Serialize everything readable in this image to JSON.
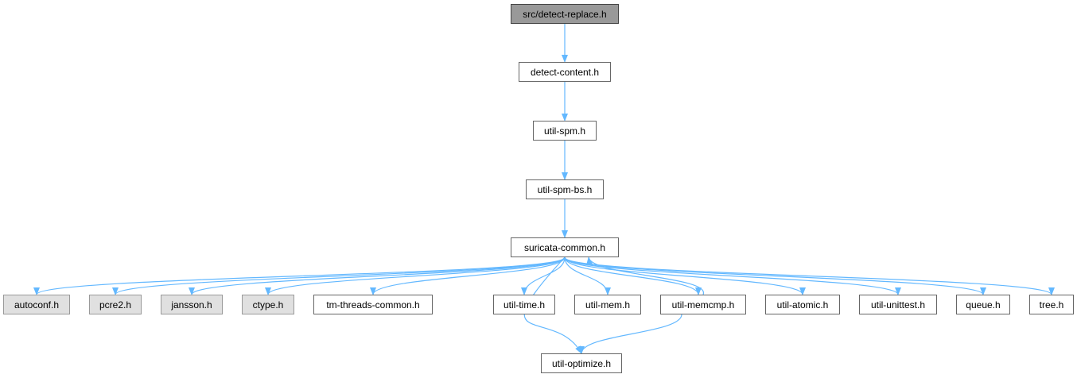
{
  "diagram": {
    "edge_color": "#63b8ff",
    "nodes": {
      "root": {
        "label": "src/detect-replace.h",
        "style": "root"
      },
      "detect_content": {
        "label": "detect-content.h",
        "style": "link"
      },
      "util_spm": {
        "label": "util-spm.h",
        "style": "link"
      },
      "util_spm_bs": {
        "label": "util-spm-bs.h",
        "style": "link"
      },
      "suricata_common": {
        "label": "suricata-common.h",
        "style": "link"
      },
      "autoconf": {
        "label": "autoconf.h",
        "style": "external"
      },
      "pcre2": {
        "label": "pcre2.h",
        "style": "external"
      },
      "jansson": {
        "label": "jansson.h",
        "style": "external"
      },
      "ctype": {
        "label": "ctype.h",
        "style": "external"
      },
      "tm_threads_common": {
        "label": "tm-threads-common.h",
        "style": "link"
      },
      "util_time": {
        "label": "util-time.h",
        "style": "link"
      },
      "util_mem": {
        "label": "util-mem.h",
        "style": "link"
      },
      "util_memcmp": {
        "label": "util-memcmp.h",
        "style": "link"
      },
      "util_atomic": {
        "label": "util-atomic.h",
        "style": "link"
      },
      "util_unittest": {
        "label": "util-unittest.h",
        "style": "link"
      },
      "queue": {
        "label": "queue.h",
        "style": "link"
      },
      "tree": {
        "label": "tree.h",
        "style": "link"
      },
      "util_optimize": {
        "label": "util-optimize.h",
        "style": "link"
      }
    },
    "edges": [
      [
        "root",
        "detect_content"
      ],
      [
        "detect_content",
        "util_spm"
      ],
      [
        "util_spm",
        "util_spm_bs"
      ],
      [
        "util_spm_bs",
        "suricata_common"
      ],
      [
        "suricata_common",
        "autoconf"
      ],
      [
        "suricata_common",
        "pcre2"
      ],
      [
        "suricata_common",
        "jansson"
      ],
      [
        "suricata_common",
        "ctype"
      ],
      [
        "suricata_common",
        "tm_threads_common"
      ],
      [
        "suricata_common",
        "util_optimize"
      ],
      [
        "suricata_common",
        "util_time"
      ],
      [
        "suricata_common",
        "util_mem"
      ],
      [
        "suricata_common",
        "util_memcmp"
      ],
      [
        "util_memcmp",
        "suricata_common"
      ],
      [
        "suricata_common",
        "util_atomic"
      ],
      [
        "suricata_common",
        "util_unittest"
      ],
      [
        "suricata_common",
        "queue"
      ],
      [
        "suricata_common",
        "tree"
      ],
      [
        "util_memcmp",
        "util_optimize"
      ]
    ]
  }
}
